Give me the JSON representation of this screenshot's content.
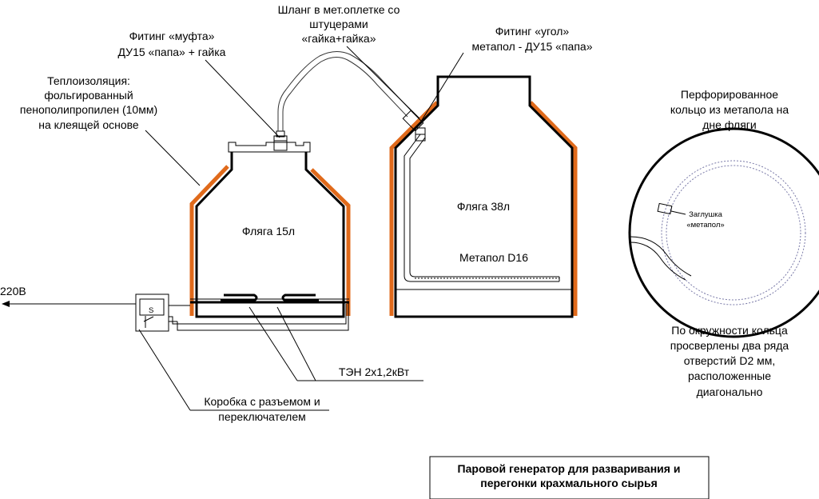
{
  "labels": {
    "hose": [
      "Шланг в мет.оплетке со",
      "штуцерами",
      "«гайка+гайка»"
    ],
    "fitting_coupling": [
      "Фитинг «муфта»",
      "ДУ15 «папа» + гайка"
    ],
    "insulation": [
      "Теплоизоляция:",
      "фольгированный",
      "пенополипропилен (10мм)",
      "на клеящей основе"
    ],
    "fitting_angle": [
      "Фитинг «угол»",
      "метапол - ДУ15 «папа»"
    ],
    "flask_small": "Фляга 15л",
    "flask_large": "Фляга 38л",
    "metapol": "Метапол D16",
    "heater": "ТЭН 2х1,2кВт",
    "box": [
      "Коробка с разъемом и",
      "переключателем"
    ],
    "voltage": "220В",
    "switch_mark": "S",
    "ring_title": [
      "Перфорированное",
      "кольцо из метапола на",
      "дне фляги"
    ],
    "plug": [
      "Заглушка",
      "«метапол»"
    ],
    "ring_note": [
      "По окружности кольца",
      "просверлены два ряда",
      "отверстий D2 мм,",
      "расположенные",
      "диагонально"
    ],
    "caption": [
      "Паровой генератор для разваривания  и",
      "перегонки крахмального сырья"
    ]
  },
  "colors": {
    "insulation": "#e06a1b",
    "line": "#000000"
  }
}
